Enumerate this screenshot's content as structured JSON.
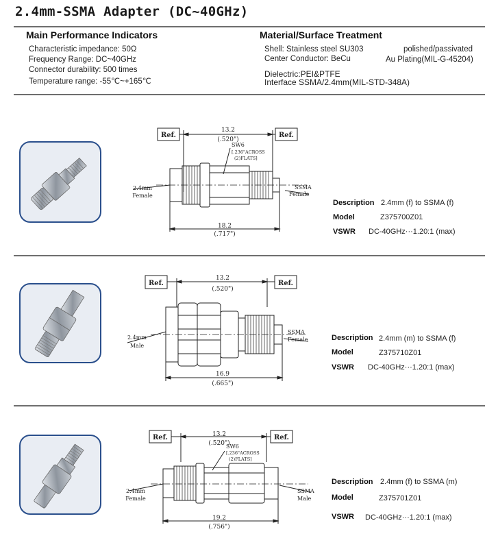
{
  "title": "2.4mm-SSMA Adapter (DC~40GHz)",
  "performance": {
    "heading": "Main Performance Indicators",
    "items": [
      "Characteristic impedance: 50Ω",
      "Frequency Range: DC~40GHz",
      "Connector durability: 500 times",
      "Temperature range: -55℃~+165℃"
    ]
  },
  "material": {
    "heading": "Material/Surface Treatment",
    "shell": "Shell: Stainless steel SU303",
    "shell_finish": "polished/passivated",
    "center": "Center Conductor: BeCu",
    "center_finish": "Au Plating(MIL-G-45204)",
    "dielectric": "Dielectric:PEI&PTFE",
    "interface": "Interface SSMA/2.4mm(MIL-STD-348A)"
  },
  "labels": {
    "description": "Description",
    "model": "Model",
    "vswr": "VSWR"
  },
  "products": [
    {
      "description": "2.4mm (f) to SSMA (f)",
      "model": "Z375700Z01",
      "vswr": "DC-40GHz···1.20:1 (max)",
      "drawing": {
        "ref_left": "Ref.",
        "ref_right": "Ref.",
        "top_dim": "13.2",
        "top_dim_in": "(.520\")",
        "bottom_dim": "18.2",
        "bottom_dim_in": "(.717\")",
        "left_label_1": "2.4mm",
        "left_label_2": "Female",
        "right_label_1": "SSMA",
        "right_label_2": "Female",
        "sw_1": "SW6",
        "sw_2": "[.236\"ACROSS",
        "sw_3": "(2)FLATS]"
      }
    },
    {
      "description": "2.4mm (m) to SSMA (f)",
      "model": "Z375710Z01",
      "vswr": "DC-40GHz···1.20:1 (max)",
      "drawing": {
        "ref_left": "Ref.",
        "ref_right": "Ref.",
        "top_dim": "13.2",
        "top_dim_in": "(.520\")",
        "bottom_dim": "16.9",
        "bottom_dim_in": "(.665\")",
        "left_label_1": "2.4mm",
        "left_label_2": "Male",
        "right_label_1": "SSMA",
        "right_label_2": "Female"
      }
    },
    {
      "description": "2.4mm (f) to SSMA (m)",
      "model": "Z375701Z01",
      "vswr": "DC-40GHz···1.20:1 (max)",
      "drawing": {
        "ref_left": "Ref.",
        "ref_right": "Ref.",
        "top_dim": "13.2",
        "top_dim_in": "(.520\")",
        "bottom_dim": "19.2",
        "bottom_dim_in": "(.756\")",
        "left_label_1": "2.4mm",
        "left_label_2": "Female",
        "right_label_1": "SSMA",
        "right_label_2": "Male",
        "sw_1": "SW6",
        "sw_2": "[.236\"ACROSS",
        "sw_3": "(2)FLATS]"
      }
    }
  ]
}
